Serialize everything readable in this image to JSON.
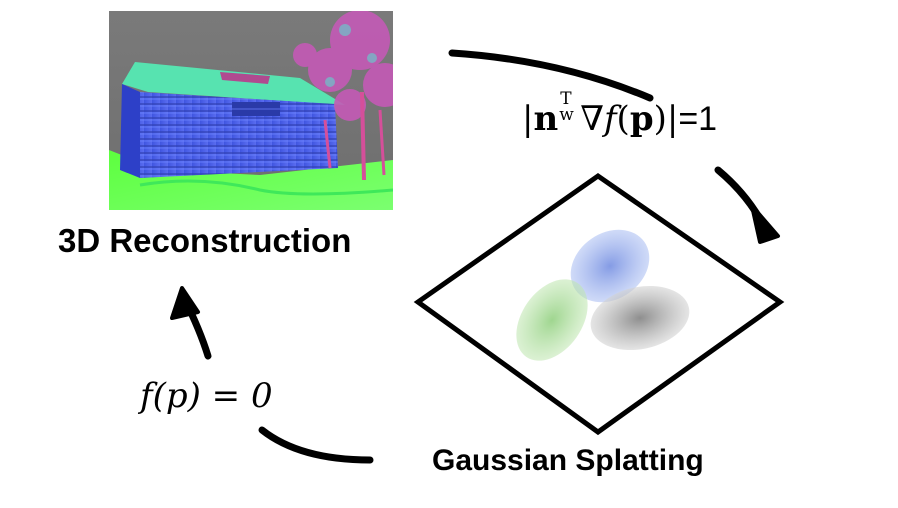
{
  "nodes": {
    "reconstruction_label": "3D Reconstruction",
    "gaussian_label": "Gaussian Splatting"
  },
  "equations": {
    "top": {
      "bar_left": "|",
      "n": "n",
      "sup": "T",
      "sub": "w",
      "nabla": "∇",
      "f": "f",
      "open": "(",
      "p": "p",
      "close": ")",
      "bar_right": "|",
      "rhs": "=1"
    },
    "bottom": "f(p) = 0"
  },
  "colors": {
    "arrow": "#000000",
    "image_sky": "#777777",
    "image_ground": "#6cff5a",
    "image_wall": "#4b5ee8",
    "image_roof": "#56e0a8",
    "tree": "#cc55b8",
    "blob_blue": "#7f9ae8",
    "blob_green": "#8fd07a",
    "blob_gray": "#8c8c8c"
  },
  "icons": [
    "normal-map-image",
    "gaussian-plane-diamond"
  ]
}
